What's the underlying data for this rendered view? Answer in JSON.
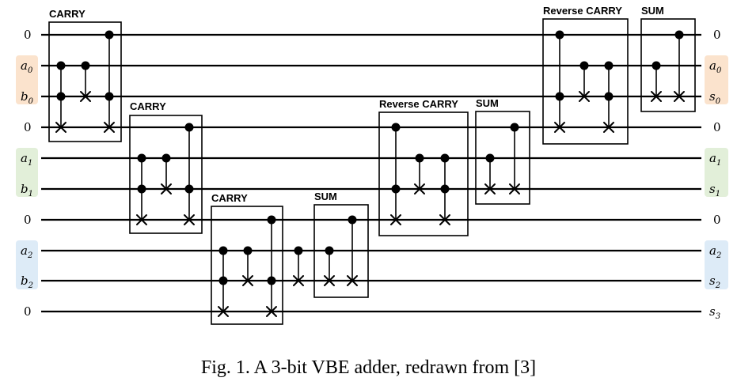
{
  "caption": "Fig. 1. A 3-bit VBE adder, redrawn from [3]",
  "colors": {
    "bit0": "#fbe3cd",
    "bit1": "#e2efd9",
    "bit2": "#ddebf7"
  },
  "left_labels": [
    {
      "base": "0",
      "sub": ""
    },
    {
      "base": "a",
      "sub": "0"
    },
    {
      "base": "b",
      "sub": "0"
    },
    {
      "base": "0",
      "sub": ""
    },
    {
      "base": "a",
      "sub": "1"
    },
    {
      "base": "b",
      "sub": "1"
    },
    {
      "base": "0",
      "sub": ""
    },
    {
      "base": "a",
      "sub": "2"
    },
    {
      "base": "b",
      "sub": "2"
    },
    {
      "base": "0",
      "sub": ""
    }
  ],
  "right_labels": [
    {
      "base": "0",
      "sub": ""
    },
    {
      "base": "a",
      "sub": "0"
    },
    {
      "base": "s",
      "sub": "0"
    },
    {
      "base": "0",
      "sub": ""
    },
    {
      "base": "a",
      "sub": "1"
    },
    {
      "base": "s",
      "sub": "1"
    },
    {
      "base": "0",
      "sub": ""
    },
    {
      "base": "a",
      "sub": "2"
    },
    {
      "base": "s",
      "sub": "2"
    },
    {
      "base": "s",
      "sub": "3"
    }
  ],
  "groups": [
    {
      "title": "CARRY"
    },
    {
      "title": "CARRY"
    },
    {
      "title": "CARRY"
    },
    {
      "title": "SUM"
    },
    {
      "title": "Reverse CARRY"
    },
    {
      "title": "SUM"
    },
    {
      "title": "Reverse CARRY"
    },
    {
      "title": "SUM"
    }
  ]
}
